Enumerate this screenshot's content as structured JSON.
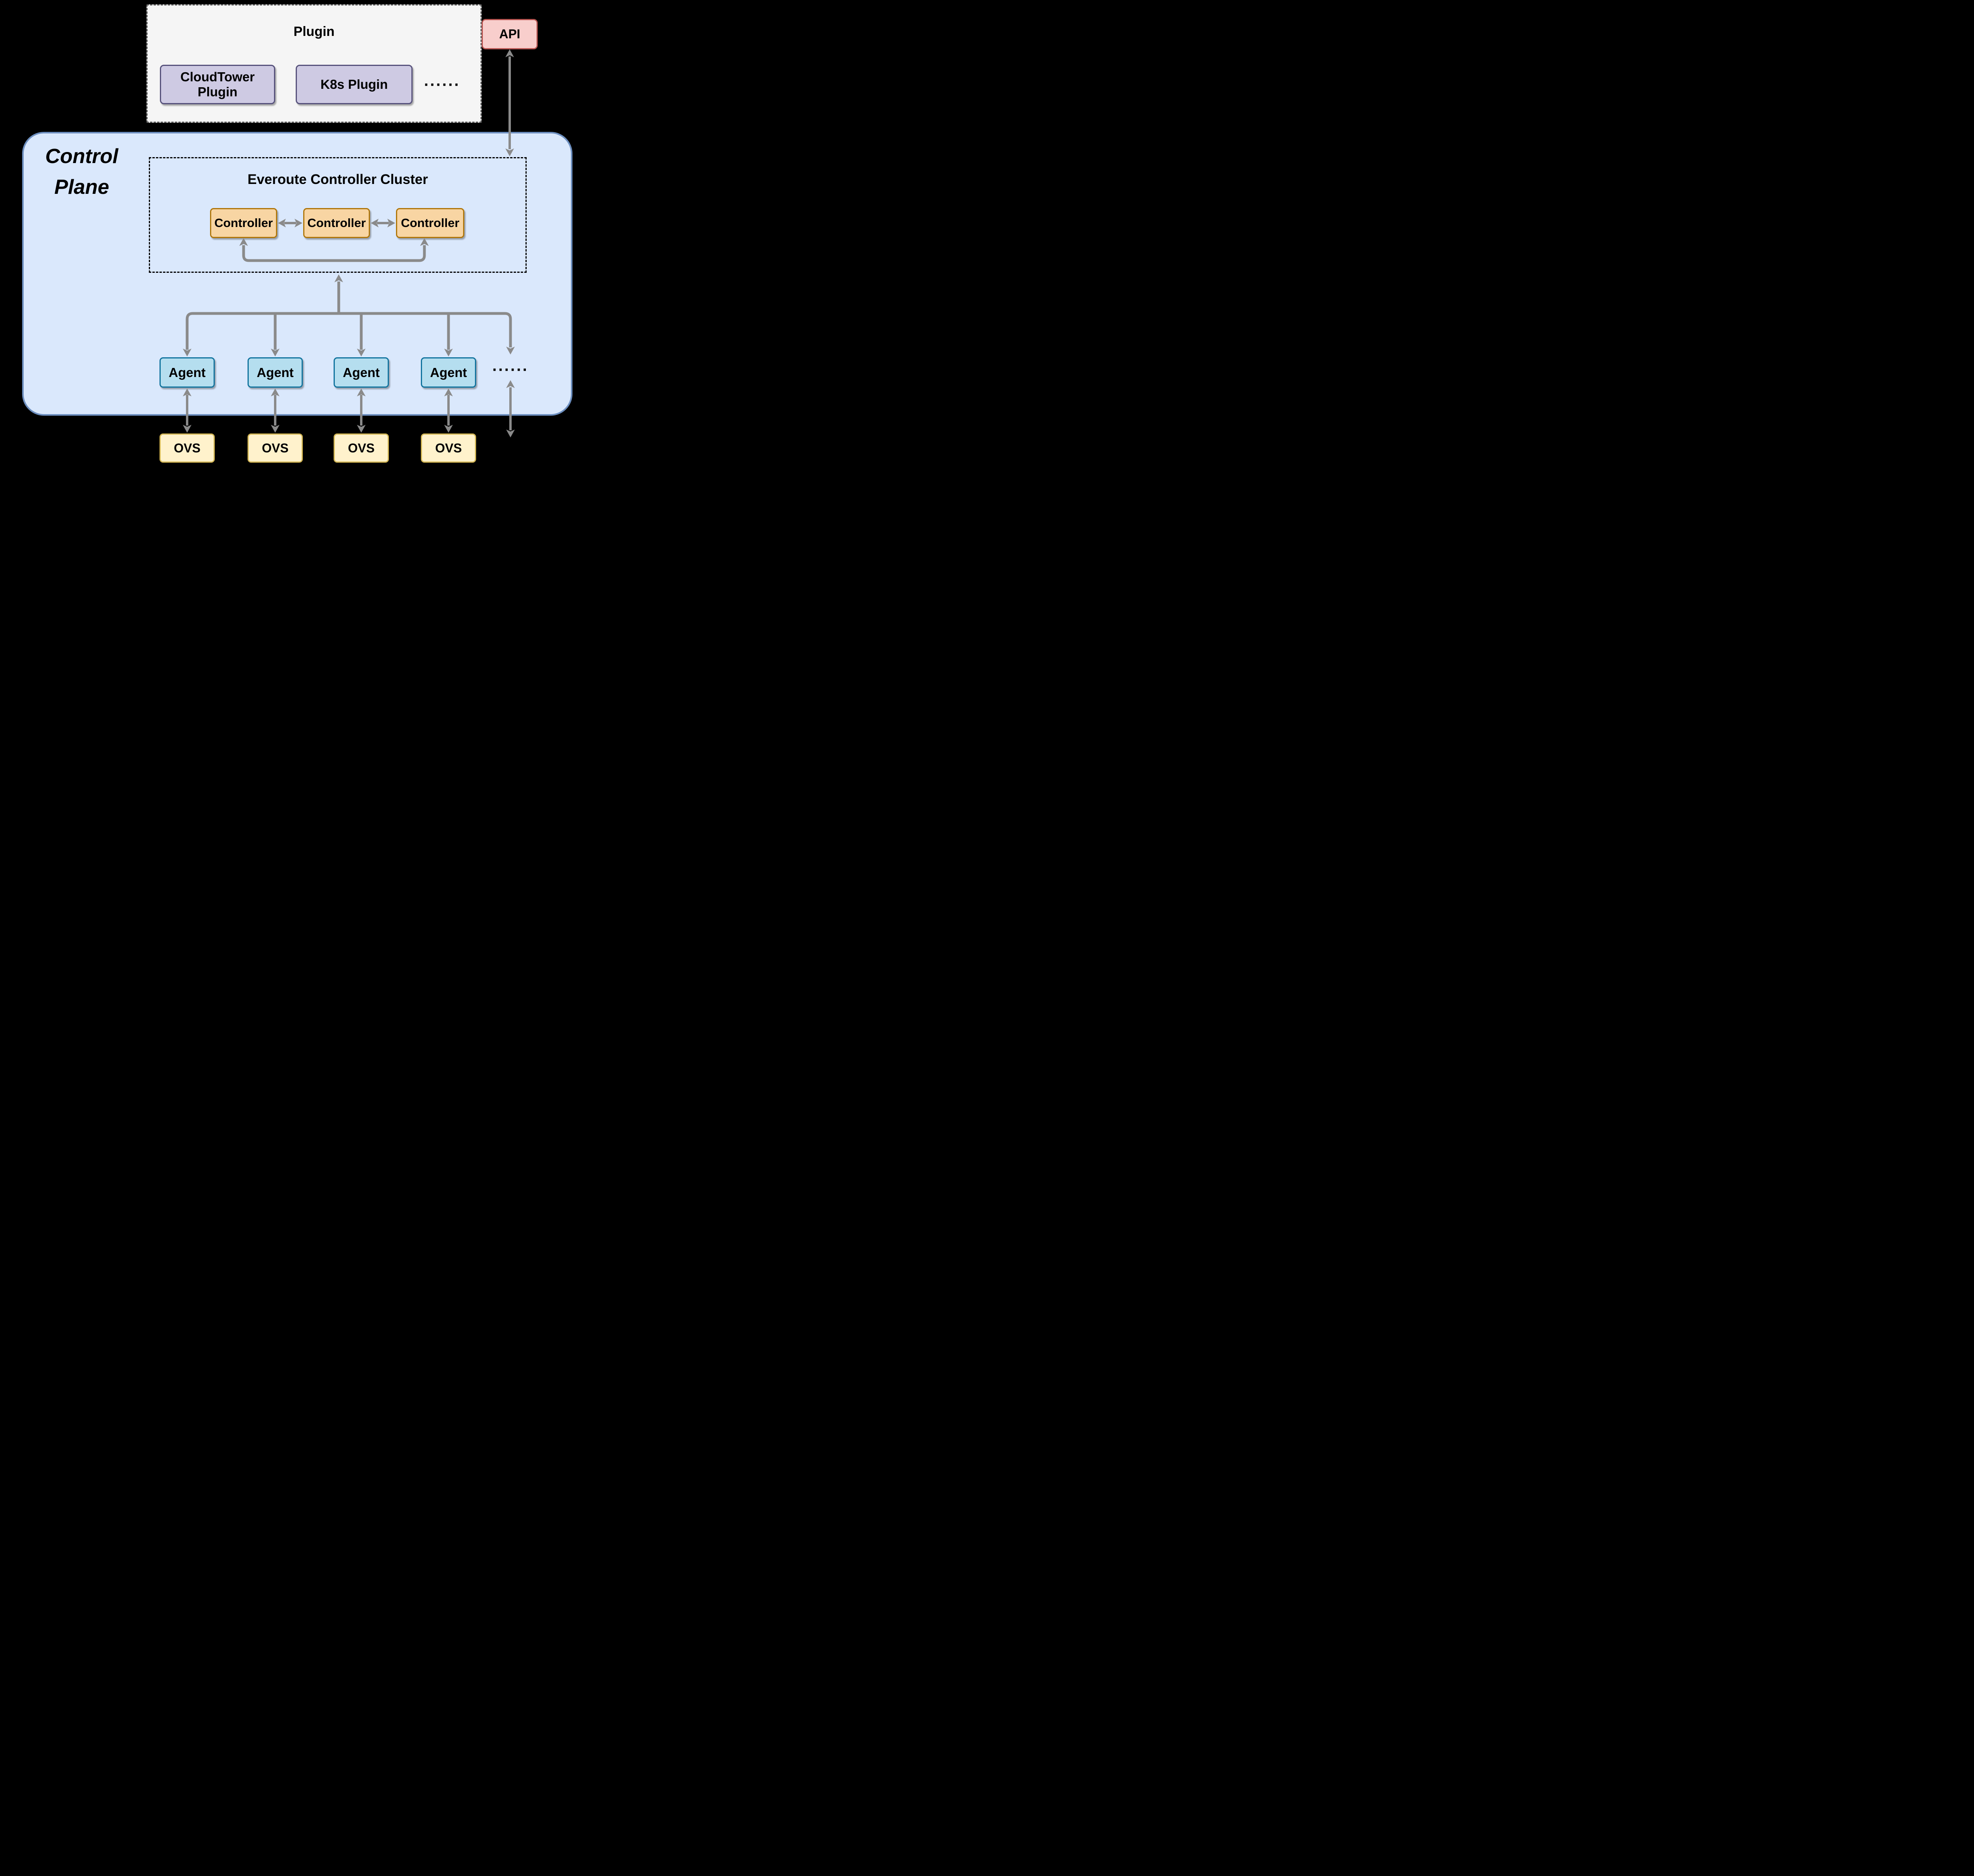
{
  "colors": {
    "background": "#000000",
    "plugin_panel_fill": "#F5F5F5",
    "plugin_panel_border": "#666666",
    "plugin_box_fill": "#CECAE3",
    "plugin_box_border": "#56517B",
    "api_fill": "#F8CECC",
    "api_border": "#B85450",
    "control_plane_fill": "#DAE8FC",
    "control_plane_border": "#6C8EBF",
    "cluster_border": "#000000",
    "controller_fill": "#F8D5A3",
    "controller_border": "#B07609",
    "agent_fill": "#B5DEEF",
    "agent_border": "#10739E",
    "ovs_fill": "#FFF2CC",
    "ovs_border": "#D4B754",
    "arrow": "#8A8A8A",
    "text": "#000000"
  },
  "plugin_panel": {
    "title": "Plugin",
    "cloudtower": {
      "line1": "CloudTower",
      "line2": "Plugin"
    },
    "k8s": {
      "label": "K8s Plugin"
    },
    "ellipsis": "······"
  },
  "api": {
    "label": "API"
  },
  "control_plane": {
    "line1": "Control",
    "line2": "Plane"
  },
  "cluster": {
    "title": "Everoute Controller Cluster",
    "controllers": [
      {
        "label": "Controller"
      },
      {
        "label": "Controller"
      },
      {
        "label": "Controller"
      }
    ]
  },
  "agents": {
    "items": [
      {
        "label": "Agent"
      },
      {
        "label": "Agent"
      },
      {
        "label": "Agent"
      },
      {
        "label": "Agent"
      }
    ],
    "ellipsis": "······"
  },
  "ovs": {
    "items": [
      {
        "label": "OVS"
      },
      {
        "label": "OVS"
      },
      {
        "label": "OVS"
      },
      {
        "label": "OVS"
      }
    ]
  }
}
